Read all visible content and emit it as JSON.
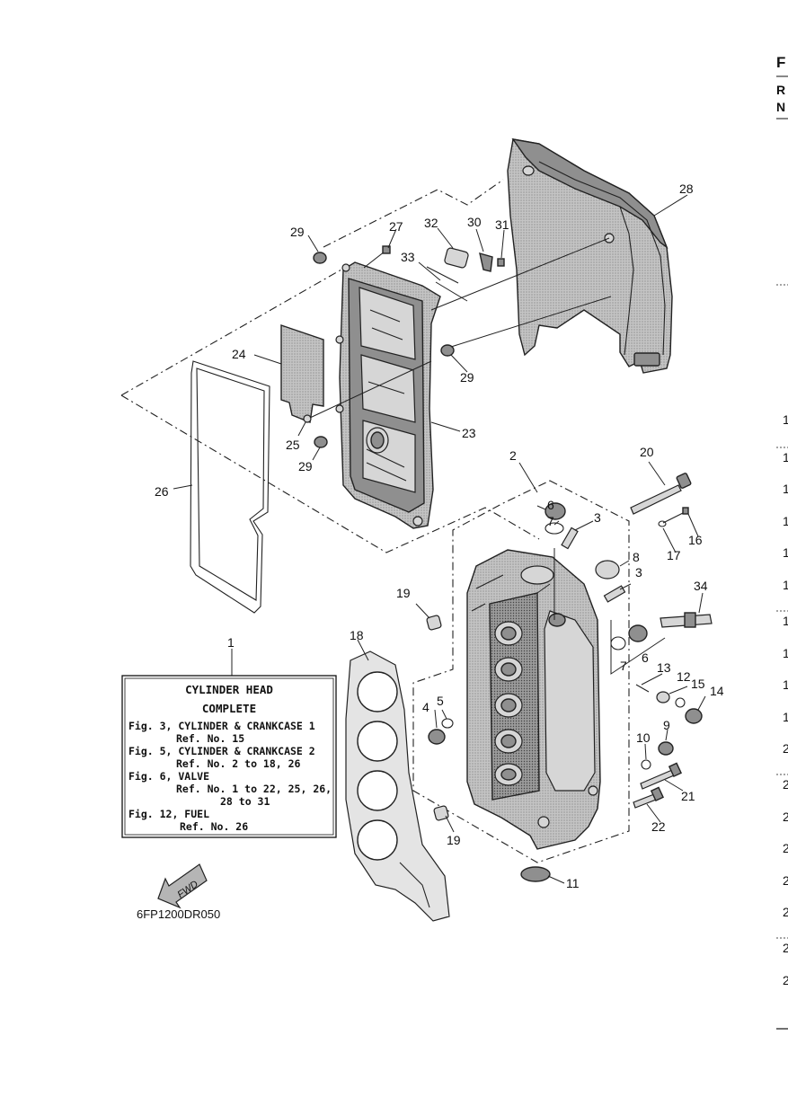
{
  "callouts": {
    "n1": "1",
    "n2": "2",
    "n3a": "3",
    "n3b": "3",
    "n4": "4",
    "n5": "5",
    "n6a": "6",
    "n6b": "6",
    "n7a": "7",
    "n7b": "7",
    "n8": "8",
    "n9": "9",
    "n10": "10",
    "n11": "11",
    "n12": "12",
    "n13": "13",
    "n14": "14",
    "n15": "15",
    "n16": "16",
    "n17": "17",
    "n18": "18",
    "n19a": "19",
    "n19b": "19",
    "n20": "20",
    "n21": "21",
    "n22": "22",
    "n23": "23",
    "n24": "24",
    "n25": "25",
    "n26": "26",
    "n27": "27",
    "n28": "28",
    "n29a": "29",
    "n29b": "29",
    "n29c": "29",
    "n30": "30",
    "n31": "31",
    "n32": "32",
    "n33": "33",
    "n34": "34"
  },
  "info_box": {
    "title_line1": "CYLINDER HEAD",
    "title_line2": "COMPLETE",
    "lines": [
      "Fig. 3, CYLINDER & CRANKCASE 1",
      "Ref. No. 15",
      "Fig. 5, CYLINDER & CRANKCASE 2",
      "Ref. No. 2 to 18, 26",
      "Fig. 6, VALVE",
      "Ref. No. 1 to 22, 25, 26,",
      "28 to 31",
      "Fig. 12, FUEL",
      "Ref. No. 26"
    ]
  },
  "fwd_label": "FWD",
  "diagram_code": "6FP1200DR050",
  "right_edge": {
    "header": [
      "F",
      "R",
      "N"
    ],
    "column_digits": [
      "1",
      "1",
      "1",
      "1",
      "1",
      "1",
      "1",
      "1",
      "1",
      "1",
      "2",
      "2",
      "2",
      "2",
      "2",
      "2",
      "2",
      "2"
    ]
  }
}
